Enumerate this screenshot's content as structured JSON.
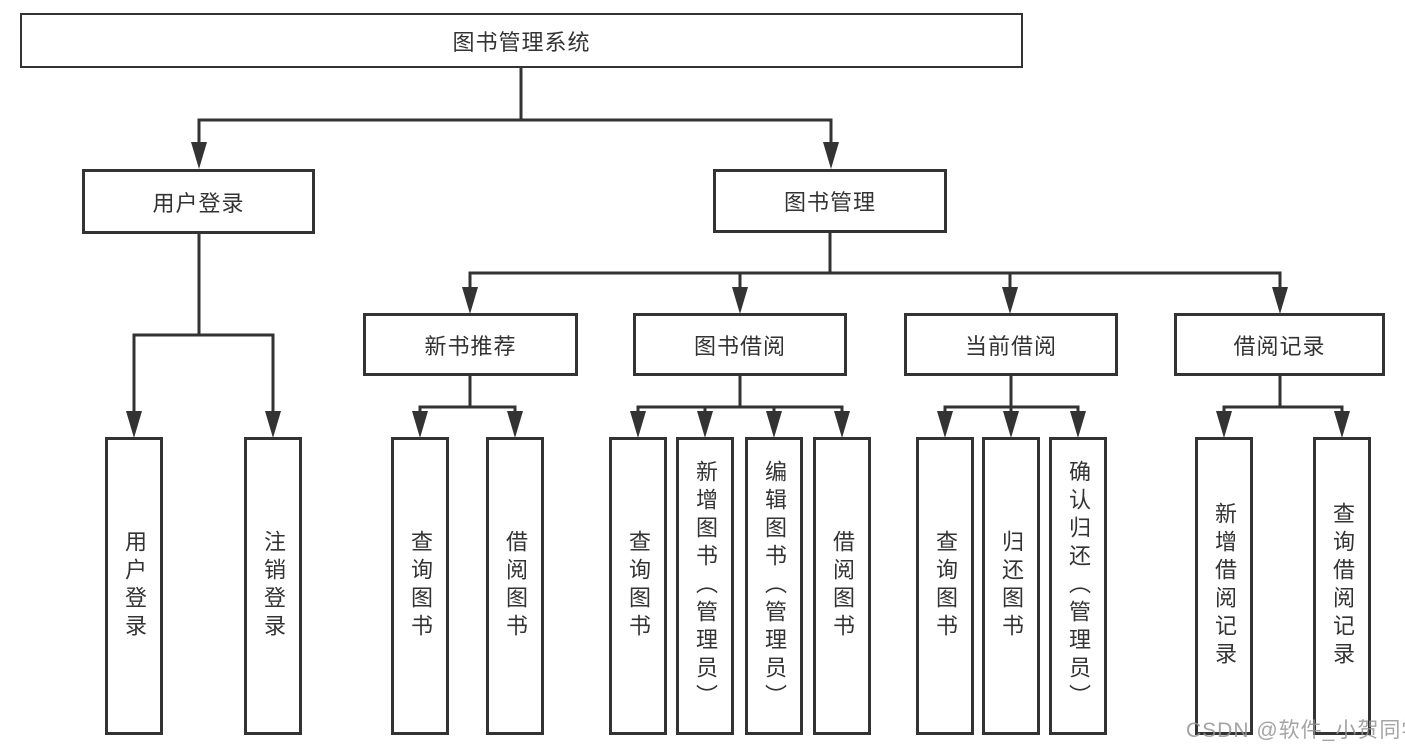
{
  "diagram": {
    "tree": {
      "label": "图书管理系统",
      "children": [
        {
          "label": "用户登录",
          "children": [
            {
              "label": "用户登录"
            },
            {
              "label": "注销登录"
            }
          ]
        },
        {
          "label": "图书管理",
          "children": [
            {
              "label": "新书推荐",
              "children": [
                {
                  "label": "查询图书"
                },
                {
                  "label": "借阅图书"
                }
              ]
            },
            {
              "label": "图书借阅",
              "children": [
                {
                  "label": "查询图书"
                },
                {
                  "label": "新增图书（管理员）"
                },
                {
                  "label": "编辑图书（管理员）"
                },
                {
                  "label": "借阅图书"
                }
              ]
            },
            {
              "label": "当前借阅",
              "children": [
                {
                  "label": "查询图书"
                },
                {
                  "label": "归还图书"
                },
                {
                  "label": "确认归还（管理员）"
                }
              ]
            },
            {
              "label": "借阅记录",
              "children": [
                {
                  "label": "新增借阅记录"
                },
                {
                  "label": "查询借阅记录"
                }
              ]
            }
          ]
        }
      ]
    },
    "line_color": "#333333",
    "box_background": "#ffffff"
  },
  "watermark": "CSDN @软件_小贺同学"
}
